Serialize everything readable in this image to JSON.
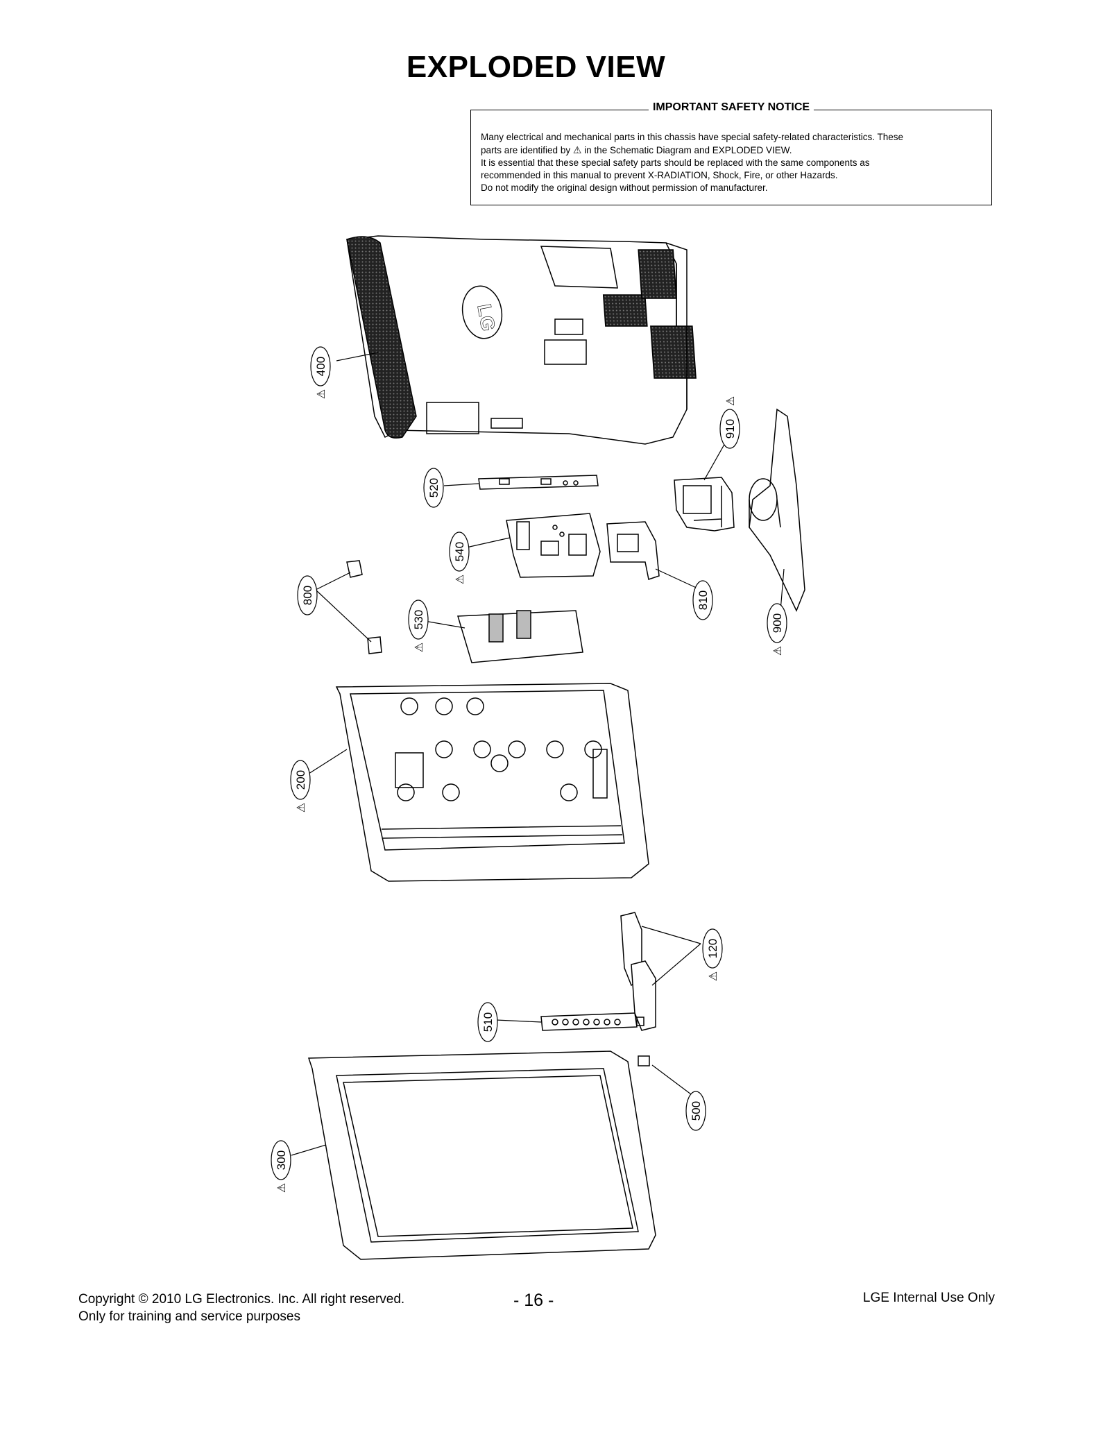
{
  "page": {
    "title": "EXPLODED VIEW"
  },
  "notice": {
    "heading": "IMPORTANT SAFETY NOTICE",
    "line1": "Many electrical and mechanical parts in this chassis have special safety-related characteristics. These",
    "line2_a": "parts are identified by",
    "line2_b": "in the Schematic Diagram and EXPLODED VIEW.",
    "line3": "It is essential that these special safety parts should be replaced with the same components as",
    "line4": "recommended in this manual to prevent X-RADIATION, Shock, Fire, or other Hazards.",
    "line5": "Do not modify the original design without permission of manufacturer."
  },
  "parts": {
    "p400": "400",
    "p910": "910",
    "p520": "520",
    "p540": "540",
    "p800": "800",
    "p810": "810",
    "p530": "530",
    "p900": "900",
    "p200": "200",
    "p120": "120",
    "p510": "510",
    "p500": "500",
    "p300": "300"
  },
  "logo_text": "LG",
  "footer": {
    "copyright": "Copyright © 2010 LG Electronics. Inc. All right reserved.",
    "purpose": "Only for training and service purposes",
    "page_number": "- 16 -",
    "internal": "LGE Internal Use Only"
  }
}
